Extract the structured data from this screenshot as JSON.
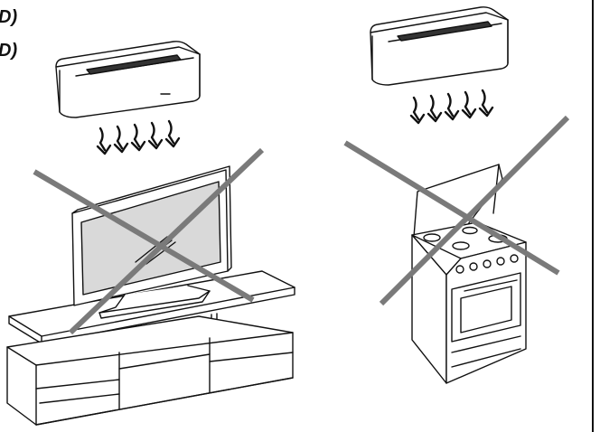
{
  "labels": {
    "line1": "D)",
    "line2": "D)"
  },
  "colors": {
    "ink": "#111111",
    "cross": "#7a7a7a",
    "screen": "#d9d9d9",
    "background": "#ffffff"
  },
  "panels": [
    {
      "name": "tv-cabinet-warning",
      "object": "television",
      "status": "prohibited"
    },
    {
      "name": "cooker-warning",
      "object": "gas-cooker",
      "status": "prohibited"
    }
  ]
}
